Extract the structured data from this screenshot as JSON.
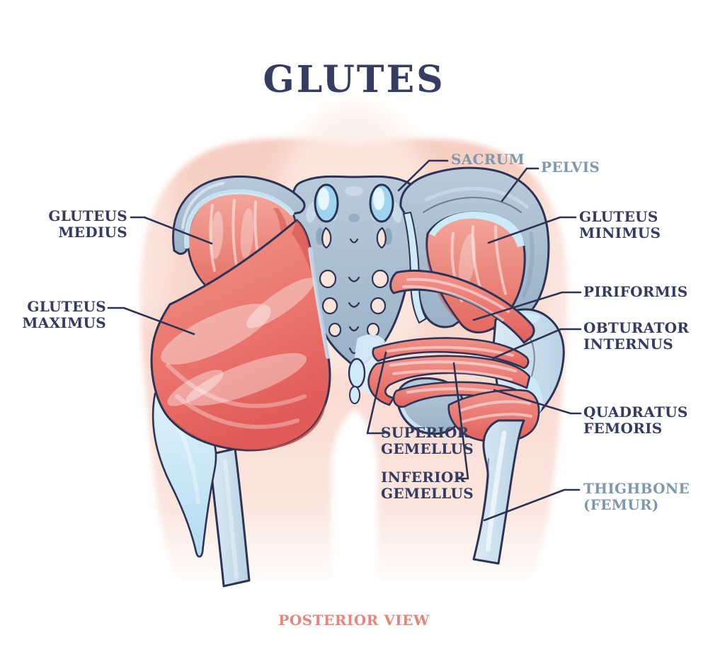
{
  "title": "GLUTES",
  "footer": "POSTERIOR VIEW",
  "labels": {
    "sacrum": {
      "text": "SACRUM"
    },
    "pelvis": {
      "text": "PELVIS"
    },
    "gluteus_medius": {
      "line1": "GLUTEUS",
      "line2": "MEDIUS"
    },
    "gluteus_maximus": {
      "line1": "GLUTEUS",
      "line2": "MAXIMUS"
    },
    "gluteus_minimus": {
      "line1": "GLUTEUS",
      "line2": "MINIMUS"
    },
    "piriformis": {
      "text": "PIRIFORMIS"
    },
    "obturator_internus": {
      "line1": "OBTURATOR",
      "line2": "INTERNUS"
    },
    "superior_gemellus": {
      "line1": "SUPERIOR",
      "line2": "GEMELLUS"
    },
    "inferior_gemellus": {
      "line1": "INFERIOR",
      "line2": "GEMELLUS"
    },
    "quadratus_femoris": {
      "line1": "QUADRATUS",
      "line2": "FEMORIS"
    },
    "thighbone": {
      "line1": "THIGHBONE",
      "line2": "(FEMUR)"
    }
  },
  "colors": {
    "title": "#363d63",
    "muscle_label": "#343b60",
    "bone_label": "#7e99ad",
    "footer": "#e8857b",
    "outline": "#2d3355",
    "muscle_red": "#e66960",
    "muscle_light": "#f4a89e",
    "bone_blue": "#a7bdd1",
    "cartilage_blue": "#bfe2f5",
    "femur_blue": "#c8dded",
    "background_pink": "#f8d2c7"
  }
}
